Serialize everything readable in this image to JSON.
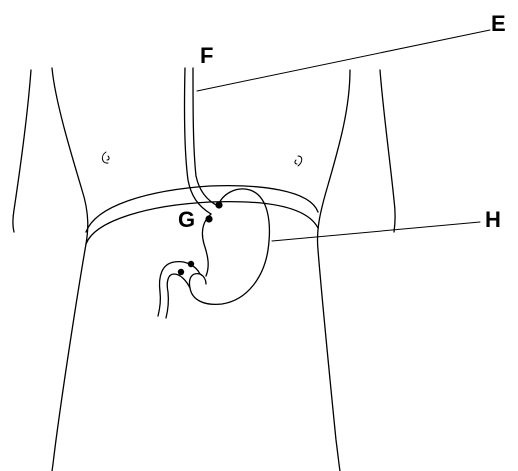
{
  "labels": {
    "E": "E",
    "F": "F",
    "G": "G",
    "H": "H"
  },
  "colors": {
    "stroke": "#000000",
    "background": "#ffffff"
  }
}
